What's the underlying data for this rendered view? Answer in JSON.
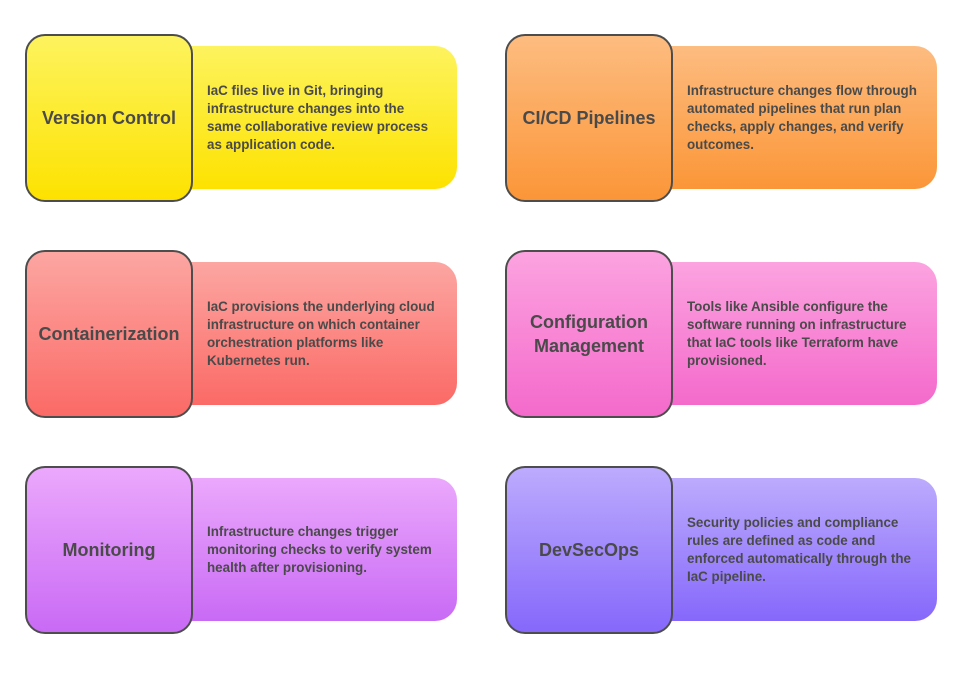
{
  "items": [
    {
      "title": "Version Control",
      "description": "IaC files live in Git, bringing infrastructure changes into the same collaborative review process as application code.",
      "colors": [
        "#fdf35e",
        "#fde200"
      ]
    },
    {
      "title": "CI/CD Pipelines",
      "description": "Infrastructure changes flow through automated pipelines that run plan checks, apply changes, and verify outcomes.",
      "colors": [
        "#fdbc80",
        "#fb9638"
      ]
    },
    {
      "title": "Containerization",
      "description": "IaC provisions the underlying cloud infrastructure on which container orchestration platforms like Kubernetes run.",
      "colors": [
        "#fca6a2",
        "#fb6a66"
      ]
    },
    {
      "title": "Configuration Management",
      "description": "Tools like Ansible configure the software running on infrastructure that IaC tools like Terraform have provisioned.",
      "colors": [
        "#fca3e0",
        "#f46acb"
      ]
    },
    {
      "title": "Monitoring",
      "description": "Infrastructure changes trigger monitoring checks to verify system health after provisioning.",
      "colors": [
        "#eba8fc",
        "#c96af5"
      ]
    },
    {
      "title": "DevSecOps",
      "description": "Security policies and compliance rules are defined as code and enforced automatically through the IaC pipeline.",
      "colors": [
        "#bcabfd",
        "#8668fb"
      ]
    }
  ]
}
